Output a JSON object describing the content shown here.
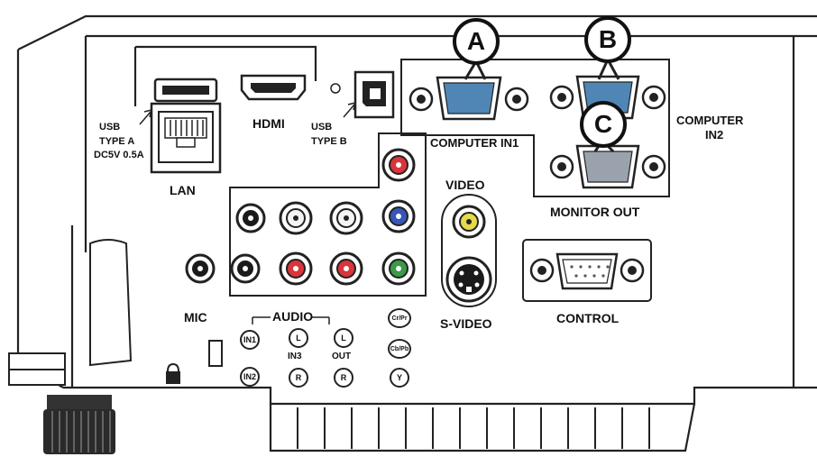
{
  "callouts": {
    "a": "A",
    "b": "B",
    "c": "C"
  },
  "ports": {
    "usb_a_line1": "USB",
    "usb_a_line2": "TYPE A",
    "usb_a_line3": "DC5V 0.5A",
    "lan": "LAN",
    "hdmi": "HDMI",
    "usb_b_line1": "USB",
    "usb_b_line2": "TYPE B",
    "computer_in1": "COMPUTER IN1",
    "computer_in2_line1": "COMPUTER",
    "computer_in2_line2": "IN2",
    "monitor_out": "MONITOR OUT",
    "video": "VIDEO",
    "s_video": "S-VIDEO",
    "control": "CONTROL",
    "mic": "MIC",
    "audio": "AUDIO"
  },
  "audio_labels": {
    "in1": "IN1",
    "in2": "IN2",
    "in3": "IN3",
    "out": "OUT",
    "l1": "L",
    "l2": "L",
    "r1": "R",
    "r2": "R"
  },
  "component_labels": {
    "crpr": "Cr/Pr",
    "cbpb": "Cb/Pb",
    "y": "Y"
  },
  "colors": {
    "outline": "#222222",
    "vga_blue": "#4f86b5",
    "vga_grey": "#9aa3ad",
    "jack_red": "#d9353a",
    "jack_blue": "#3657b8",
    "jack_green": "#3a9a48",
    "jack_yellow": "#e6d94a",
    "jack_white": "#f4f4f4",
    "jack_black": "#1a1a1a"
  }
}
